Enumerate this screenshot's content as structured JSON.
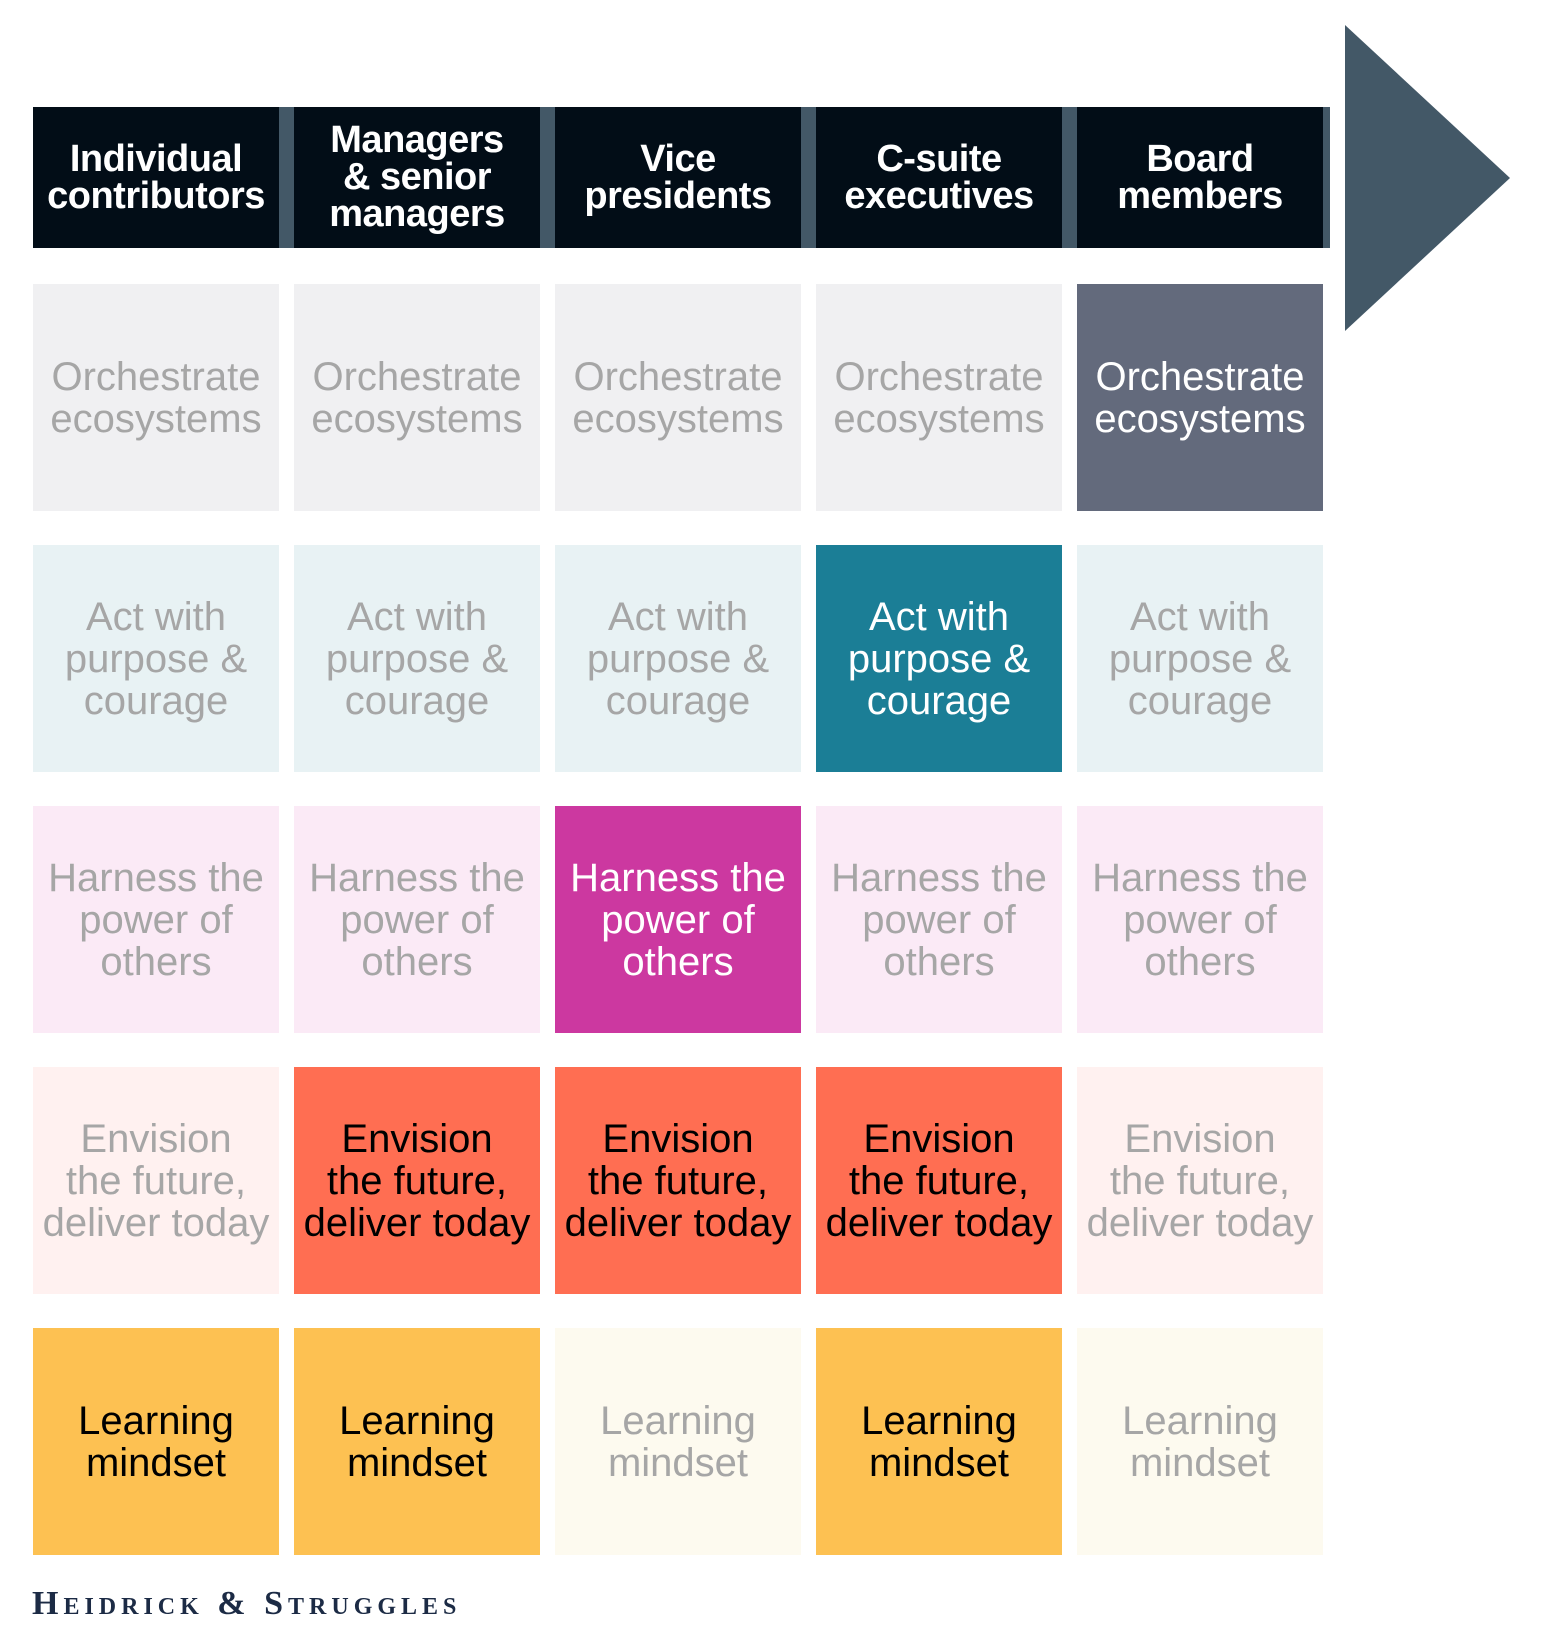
{
  "colors": {
    "header_bg": "#020d17",
    "arrow": "#435867",
    "muted_text": "#a6a6a6",
    "rows": [
      {
        "active": "#636a7c",
        "inactive": "#f0f0f2",
        "active_text": "#ffffff"
      },
      {
        "active": "#1b7e96",
        "inactive": "#e8f2f4",
        "active_text": "#ffffff"
      },
      {
        "active": "#cc38a0",
        "inactive": "#fbeaf6",
        "active_text": "#ffffff"
      },
      {
        "active": "#ff6e52",
        "inactive": "#fff1f0",
        "active_text": "#000000"
      },
      {
        "active": "#fdc152",
        "inactive": "#fdfaef",
        "active_text": "#000000"
      }
    ]
  },
  "columns": [
    "Individual\ncontributors",
    "Managers\n& senior\nmanagers",
    "Vice\npresidents",
    "C-suite\nexecutives",
    "Board\nmembers"
  ],
  "rows": [
    {
      "label": "Orchestrate\necosystems",
      "active": [
        false,
        false,
        false,
        false,
        true
      ]
    },
    {
      "label": "Act with\npurpose &\ncourage",
      "active": [
        false,
        false,
        false,
        true,
        false
      ]
    },
    {
      "label": "Harness the\npower of\nothers",
      "active": [
        false,
        false,
        true,
        false,
        false
      ]
    },
    {
      "label": "Envision\nthe future,\ndeliver today",
      "active": [
        false,
        true,
        true,
        true,
        false
      ]
    },
    {
      "label": "Learning\nmindset",
      "active": [
        true,
        true,
        false,
        true,
        false
      ]
    }
  ],
  "logo": "Heidrick & Struggles"
}
